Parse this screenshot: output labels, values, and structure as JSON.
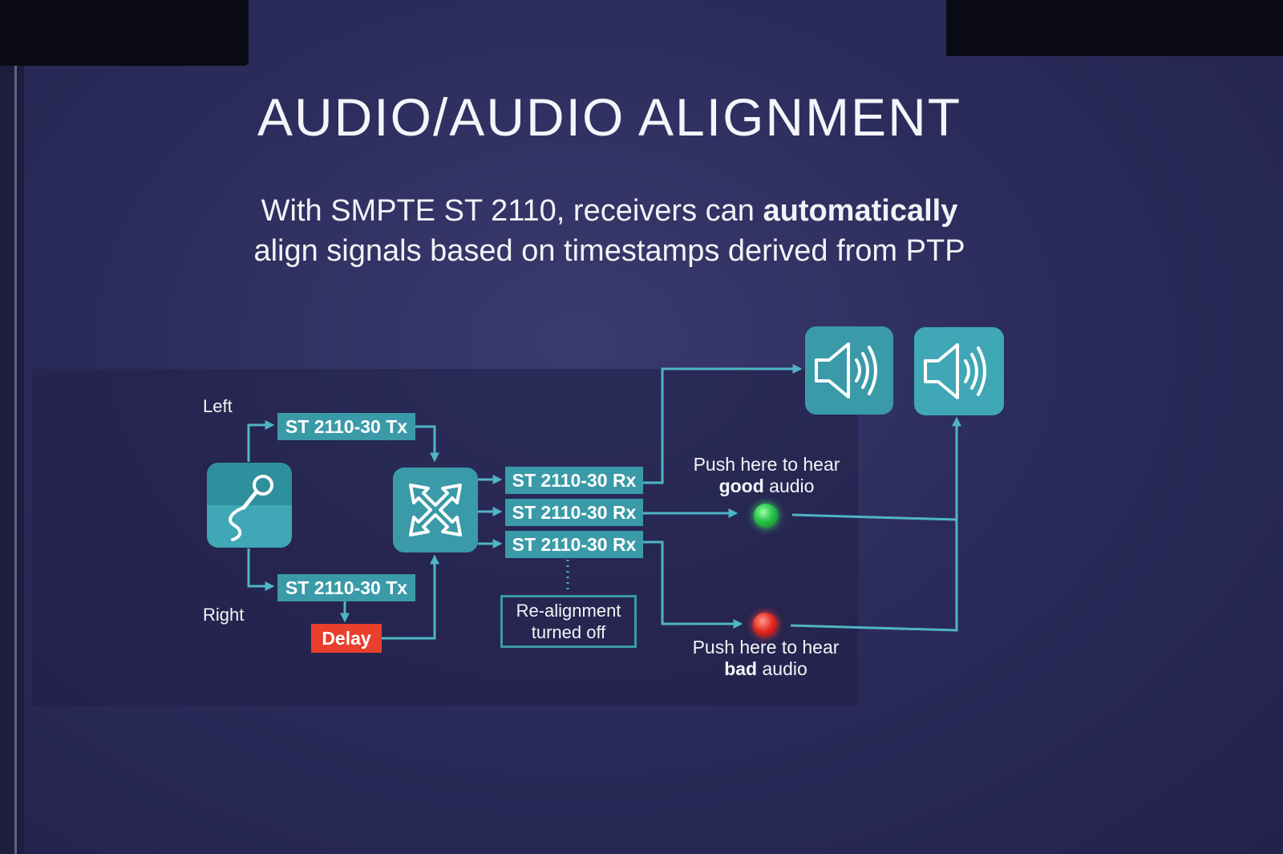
{
  "title": "AUDIO/AUDIO ALIGNMENT",
  "subtitle": {
    "line1_prefix": "With SMPTE ST 2110, receivers can",
    "line1_bold": "automatically",
    "line2": "align signals based on timestamps derived from PTP"
  },
  "diagram": {
    "left_label": "Left",
    "right_label": "Right",
    "tx_top": "ST 2110-30 Tx",
    "tx_bottom": "ST 2110-30 Tx",
    "delay": "Delay",
    "rx": [
      "ST 2110-30 Rx",
      "ST 2110-30 Rx",
      "ST 2110-30 Rx"
    ],
    "realign_line1": "Re-alignment",
    "realign_line2": "turned off",
    "good_line1": "Push here to hear",
    "good_bold": "good",
    "good_suffix": "audio",
    "bad_line1": "Push here to hear",
    "bad_bold": "bad",
    "bad_suffix": "audio",
    "icons": [
      "microphone-icon",
      "switch-icon",
      "speaker-icon",
      "speaker-icon"
    ]
  },
  "colors": {
    "background": "#2c2c5c",
    "teal": "#3a9aa8",
    "line": "#4fb5c4",
    "delay": "#e8402c",
    "good_button": "#27c44a",
    "bad_button": "#e3261e"
  }
}
